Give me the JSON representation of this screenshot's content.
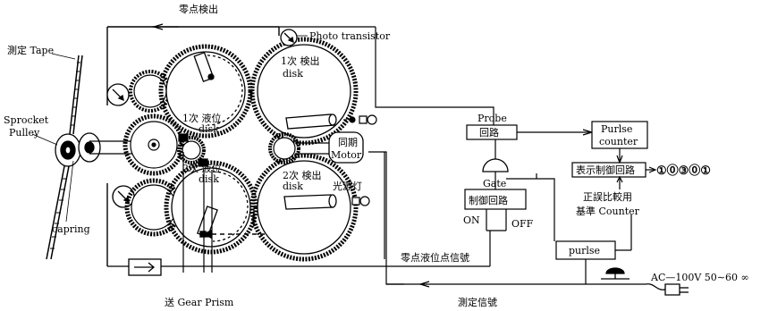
{
  "labels": {
    "top_signal": "零点検出",
    "photo_transistor": "Photo transistor",
    "tape": "測定 Tape",
    "sprocket": "Sprocket",
    "pulley": "Pulley",
    "capring": "capring",
    "disk1_primary": "1次 液位",
    "disk1_primary_sub": "disk",
    "disk1_detect": "1次 検出",
    "disk1_detect_sub": "disk",
    "disk2_primary": "2次 液位",
    "disk2_primary_sub": "disk",
    "disk2_detect": "2次 検出",
    "disk2_detect_sub": "disk",
    "sync_motor": "同期",
    "sync_motor_sub": "Motor",
    "light_source": "光源灯",
    "gear_prism": "送 Gear Prism",
    "zero_level_signal": "零点液位点信號",
    "measure_signal": "測定信號",
    "probe": "Probe",
    "probe_circuit": "回路",
    "gate": "Gate",
    "gate_circuit": "制御回路",
    "on": "ON",
    "off": "OFF",
    "purlse_counter_1": "Purlse",
    "purlse_counter_2": "counter",
    "display_control": "表示制御回路",
    "display_value": "①⓪③⓪①",
    "compare_1": "正誤比較用",
    "compare_2": "基準 Counter",
    "purlse": "purlse",
    "ac_power": "AC—100V  50∼60 ∞"
  }
}
